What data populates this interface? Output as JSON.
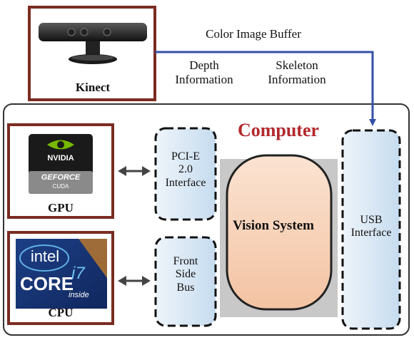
{
  "kinect": {
    "label": "Kinect"
  },
  "flows": {
    "color_image_buffer": "Color Image Buffer",
    "depth_information": [
      "Depth",
      "Information"
    ],
    "skeleton_information": [
      "Skeleton",
      "Information"
    ]
  },
  "computer": {
    "title": "Computer",
    "pcie_interface": [
      "PCI-E",
      "2.0",
      "Interface"
    ],
    "front_side_bus": [
      "Front",
      "Side",
      "Bus"
    ],
    "vision_system": "Vision System",
    "usb_interface": [
      "USB",
      "Interface"
    ]
  },
  "gpu": {
    "label": "GPU",
    "logo": {
      "brand": "NVIDIA",
      "line1": "GEFORCE",
      "line2": "CUDA",
      "icon": "nvidia-eye-icon"
    }
  },
  "cpu": {
    "label": "CPU",
    "logo": {
      "brand": "intel",
      "line1": "CORE",
      "model": "i7",
      "line2": "inside"
    }
  },
  "colors": {
    "frame_border": "#7a2c22",
    "computer_title": "#b3282d",
    "arrow_blue": "#3550a5",
    "vision_fill": "#f7d3b8",
    "interface_fill": "#dce9f4",
    "gray_panel": "#c8c8c8"
  }
}
